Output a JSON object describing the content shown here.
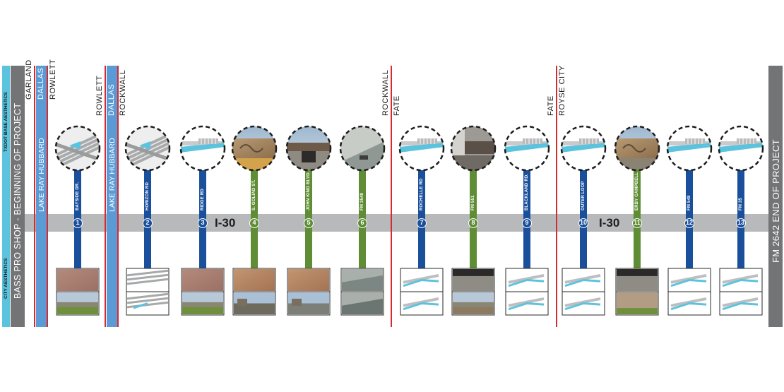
{
  "sidebar_left": {
    "city_aesthetics": "CITY AESTHETICS",
    "txdot_aesthetics": "TXDOT BASE AESTHETICS",
    "start_title": "BASS PRO SHOP - BEGINNING OF PROJECT"
  },
  "sidebar_right": {
    "end_title": "FM 2642 END OF PROJECT"
  },
  "highway": {
    "label_1": "I-30",
    "label_2": "I-30"
  },
  "boundaries": [
    {
      "water": "LAKE RAY HUBBARD",
      "cities": [
        "GARLAND",
        "DALLAS",
        "ROWLETT"
      ]
    },
    {
      "water": "LAKE RAY HUBBARD",
      "cities": [
        "ROWLETT",
        "DALLAS",
        "ROCKWALL"
      ]
    },
    {
      "cities": [
        "ROCKWALL",
        "FATE"
      ]
    },
    {
      "cities": [
        "FATE",
        "ROYSE CITY"
      ]
    }
  ],
  "colors": {
    "blue": "#1a4f9c",
    "green": "#5f8d35",
    "gray": "#737476",
    "cyan": "#5bc3dd",
    "red": "#d62a31",
    "road": "#b8b9ba"
  },
  "stations": [
    {
      "num": "1",
      "label": "BAYSIDE DR.",
      "color": "blue"
    },
    {
      "num": "2",
      "label": "HORIZON RD",
      "color": "blue"
    },
    {
      "num": "3",
      "label": "RIDGE RD",
      "color": "blue"
    },
    {
      "num": "4",
      "label": "S. GOLIAD ST.",
      "color": "green"
    },
    {
      "num": "5",
      "label": "JOHN KING BLVD.",
      "color": "green"
    },
    {
      "num": "6",
      "label": "FM 3549",
      "color": "green"
    },
    {
      "num": "7",
      "label": "ROCHELLE RD",
      "color": "blue"
    },
    {
      "num": "8",
      "label": "FM 551",
      "color": "green"
    },
    {
      "num": "9",
      "label": "BLACKLAND RD.",
      "color": "blue"
    },
    {
      "num": "10",
      "label": "OUTER LOOP",
      "color": "blue"
    },
    {
      "num": "11",
      "label": "ERBY CAMPBELL",
      "color": "green"
    },
    {
      "num": "12",
      "label": "FM 548",
      "color": "blue"
    },
    {
      "num": "13",
      "label": "FM 35",
      "color": "blue"
    }
  ]
}
